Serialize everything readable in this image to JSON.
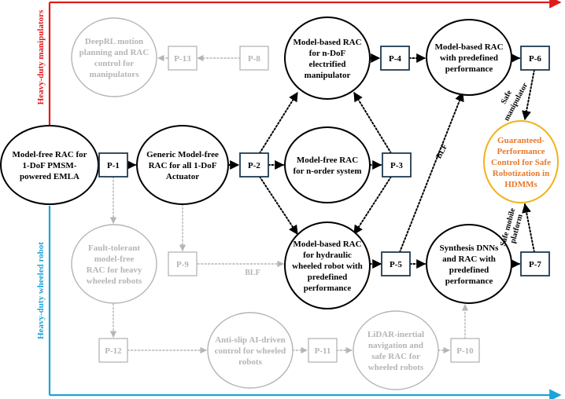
{
  "colors": {
    "active": "#000000",
    "inactive": "#b5b5b5",
    "goal_text": "#e8792b",
    "goal_stroke": "#f2b21b",
    "manip_axis": "#e01b1b",
    "robot_axis": "#1aa3d9",
    "box_stroke": "#1f3a52"
  },
  "axes": {
    "manipulators": "Heavy-duty manipulators",
    "wheeled_robot": "Heavy-duty wheeled robot"
  },
  "nodes": [
    {
      "id": "emla",
      "lines": [
        "Model-free RAC for",
        "1-DoF PMSM-",
        "powered EMLA"
      ],
      "active": true
    },
    {
      "id": "generic",
      "lines": [
        "Generic Model-free",
        "RAC for all 1-DoF",
        "Actuator"
      ],
      "active": true
    },
    {
      "id": "ndof",
      "lines": [
        "Model-based RAC",
        "for n-DoF",
        "electrified",
        "manipulator"
      ],
      "active": true
    },
    {
      "id": "norder",
      "lines": [
        "Model-free RAC",
        "for n-order system"
      ],
      "active": true
    },
    {
      "id": "hydraulic",
      "lines": [
        "Model-based RAC",
        "for hydraulic",
        "wheeled robot with",
        "predefined",
        "performance"
      ],
      "active": true
    },
    {
      "id": "predef",
      "lines": [
        "Model-based RAC",
        "with predefined",
        "performance"
      ],
      "active": true
    },
    {
      "id": "dnn",
      "lines": [
        "Synthesis DNNs",
        "and RAC with",
        "predefined",
        "performance"
      ],
      "active": true
    },
    {
      "id": "goal",
      "lines": [
        "Guaranteed-",
        "Performance",
        "Control for Safe",
        "Robotization in",
        "HDMMs"
      ],
      "active": true
    },
    {
      "id": "deeprl",
      "lines": [
        "DeepRL motion",
        "planning and RAC",
        "control for",
        "manipulators"
      ],
      "active": false
    },
    {
      "id": "fault",
      "lines": [
        "Fault-tolerant",
        "model-free",
        "RAC for heavy",
        "wheeled robots"
      ],
      "active": false
    },
    {
      "id": "antislip",
      "lines": [
        "Anti-slip AI-driven",
        "control for wheeled",
        "robots"
      ],
      "active": false
    },
    {
      "id": "lidar",
      "lines": [
        "LiDAR-inertial",
        "navigation and",
        "safe RAC for",
        "wheeled robots"
      ],
      "active": false
    }
  ],
  "boxes": [
    {
      "id": "p1",
      "label": "P-1",
      "active": true
    },
    {
      "id": "p2",
      "label": "P-2",
      "active": true
    },
    {
      "id": "p3",
      "label": "P-3",
      "active": true
    },
    {
      "id": "p4",
      "label": "P-4",
      "active": true
    },
    {
      "id": "p5",
      "label": "P-5",
      "active": true
    },
    {
      "id": "p6",
      "label": "P-6",
      "active": true
    },
    {
      "id": "p7",
      "label": "P-7",
      "active": true
    },
    {
      "id": "p8",
      "label": "P-8",
      "active": false
    },
    {
      "id": "p9",
      "label": "P-9",
      "active": false
    },
    {
      "id": "p10",
      "label": "P-10",
      "active": false
    },
    {
      "id": "p11",
      "label": "P-11",
      "active": false
    },
    {
      "id": "p12",
      "label": "P-12",
      "active": false
    },
    {
      "id": "p13",
      "label": "P-13",
      "active": false
    }
  ],
  "edge_labels": {
    "blf_upper": "BLF",
    "blf_lower": "BLF",
    "safe_manipulator": [
      "Safe",
      "manipulator"
    ],
    "safe_platform": [
      "Safe mobile",
      "platform"
    ]
  }
}
